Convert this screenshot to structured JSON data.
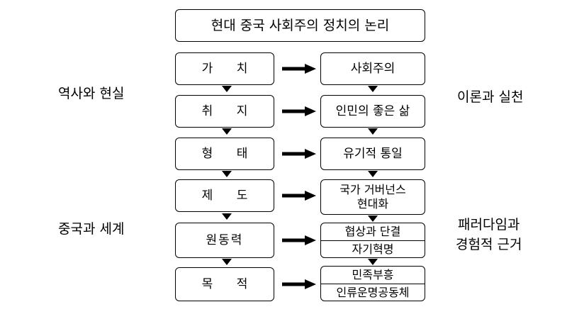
{
  "title": "현대 중국 사회주의 정치의 논리",
  "side_labels": {
    "left_top": "역사와 현실",
    "left_bottom": "중국과 세계",
    "right_top": "이론과 실천",
    "right_bottom_line1": "패러다임과",
    "right_bottom_line2": "경험적 근거"
  },
  "rows": [
    {
      "left": "가 치",
      "right": [
        "사회주의"
      ]
    },
    {
      "left": "취 지",
      "right": [
        "인민의 좋은 삶"
      ]
    },
    {
      "left": "형 태",
      "right": [
        "유기적 통일"
      ]
    },
    {
      "left": "제 도",
      "right": [
        "국가 거버넌스",
        "현대화"
      ]
    },
    {
      "left": "원동력",
      "right": [
        "협상과 단결",
        "자기혁명"
      ]
    },
    {
      "left": "목 적",
      "right": [
        "민족부흥",
        "인류운명공동체"
      ]
    }
  ]
}
